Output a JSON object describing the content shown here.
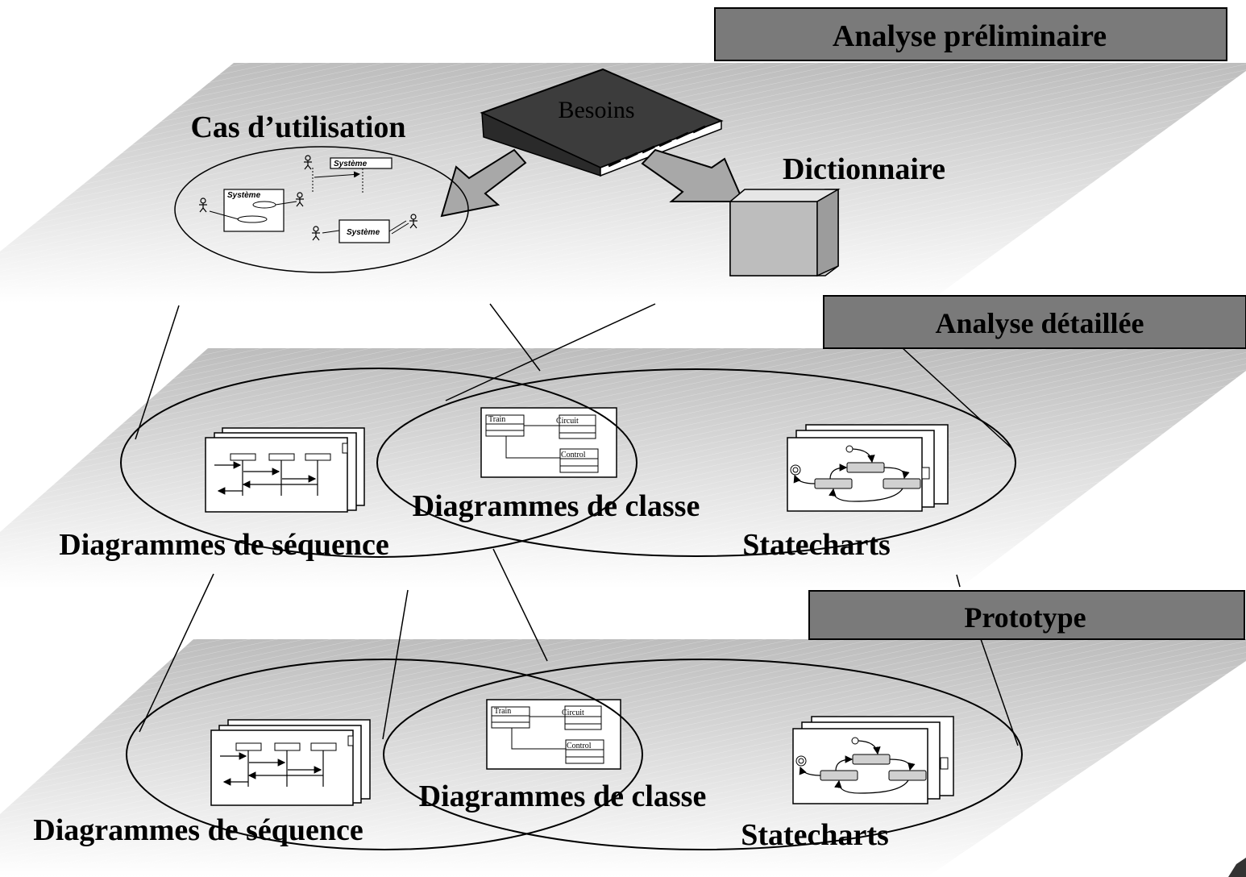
{
  "tiers": [
    {
      "title": "Analyse préliminaire"
    },
    {
      "title": "Analyse détaillée"
    },
    {
      "title": "Prototype"
    }
  ],
  "preliminary": {
    "book_label": "Besoins",
    "use_cases_label": "Cas d’utilisation",
    "dictionary_label": "Dictionnaire",
    "system_label": "Système"
  },
  "detailed": {
    "sequence_label": "Diagrammes de séquence",
    "class_label": "Diagrammes de classe",
    "statecharts_label": "Statecharts",
    "class_names": [
      "Train",
      "Circuit",
      "Control"
    ]
  },
  "prototype": {
    "sequence_label": "Diagrammes de séquence",
    "class_label": "Diagrammes de classe",
    "statecharts_label": "Statecharts",
    "class_names": [
      "Train",
      "Circuit",
      "Control"
    ]
  },
  "colors": {
    "banner_fill": "#7a7a7a",
    "plane_fill": "#d6d6d6",
    "book_cover": "#3c3c3c",
    "stroke": "#000000"
  }
}
